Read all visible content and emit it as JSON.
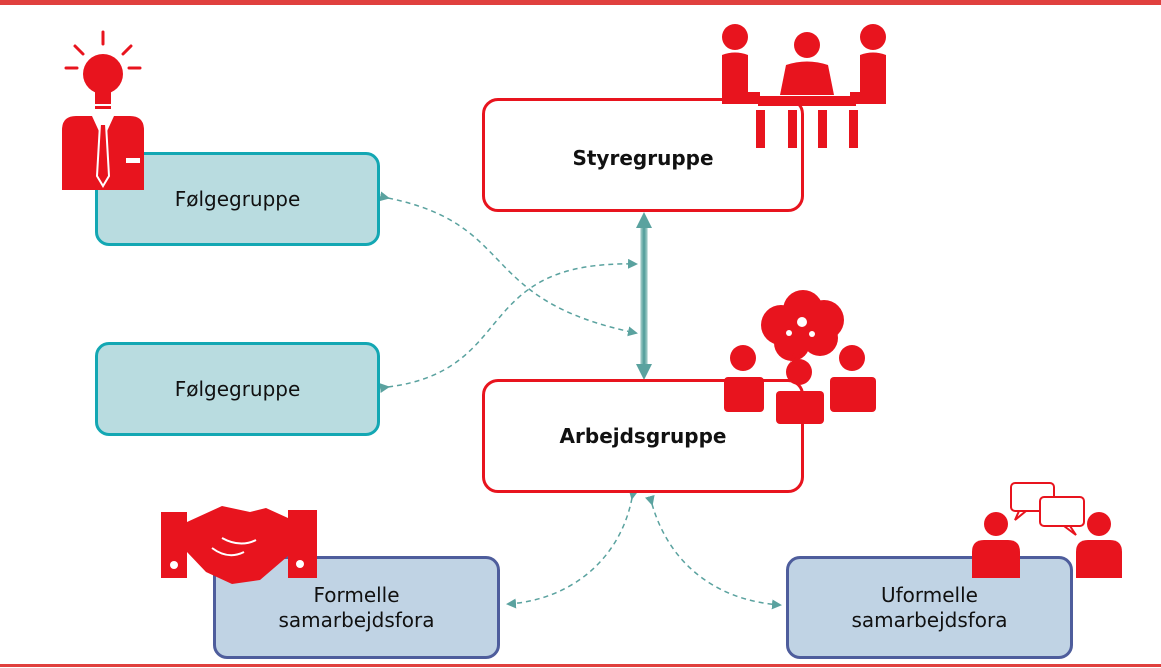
{
  "diagram": {
    "nodes": {
      "styregruppe": "Styregruppe",
      "arbejdsgruppe": "Arbejdsgruppe",
      "folgegruppe_top": "Følgegruppe",
      "folgegruppe_bottom": "Følgegruppe",
      "formelle": "Formelle\nsamarbejdsfora",
      "uformelle": "Uformelle\nsamarbejdsfora"
    },
    "colors": {
      "accent_red": "#e8141e",
      "teal_fill": "#b9dce0",
      "teal_border": "#13a7b3",
      "blue_fill": "#c0d3e4",
      "blue_border": "#4e5d9c",
      "arrow": "#5aa29f",
      "rule": "#e0403e"
    },
    "icons": [
      "lightbulb-person-icon",
      "meeting-table-icon",
      "brainstorm-group-icon",
      "handshake-icon",
      "conversation-icon"
    ]
  }
}
